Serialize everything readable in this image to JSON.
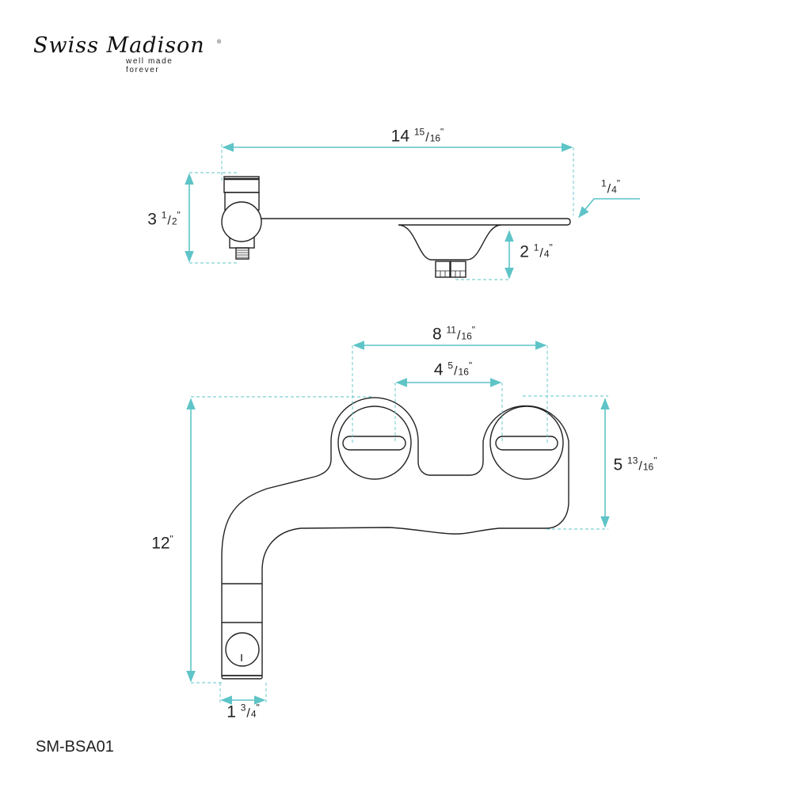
{
  "brand": {
    "name": "Swiss Madison",
    "tagline": "well made forever",
    "reg": "®"
  },
  "model": "SM-BSA01",
  "colors": {
    "dimension": "#5ec4c7",
    "outline": "#222222"
  },
  "dimensions": {
    "overall_length": {
      "whole": "14",
      "num": "15",
      "den": "16",
      "unit": "\""
    },
    "valve_height": {
      "whole": "3",
      "num": "1",
      "den": "2",
      "unit": "\""
    },
    "plate_thickness": {
      "whole": "",
      "num": "1",
      "den": "4",
      "unit": "\""
    },
    "nozzle_drop": {
      "whole": "2",
      "num": "1",
      "den": "4",
      "unit": "\""
    },
    "slot_outer_span": {
      "whole": "8",
      "num": "11",
      "den": "16",
      "unit": "\""
    },
    "slot_inner_span": {
      "whole": "4",
      "num": "5",
      "den": "16",
      "unit": "\""
    },
    "overall_depth": {
      "whole": "12",
      "num": "",
      "den": "",
      "unit": "\""
    },
    "plate_depth": {
      "whole": "5",
      "num": "13",
      "den": "16",
      "unit": "\""
    },
    "stem_width": {
      "whole": "1",
      "num": "3",
      "den": "4",
      "unit": "\""
    }
  }
}
